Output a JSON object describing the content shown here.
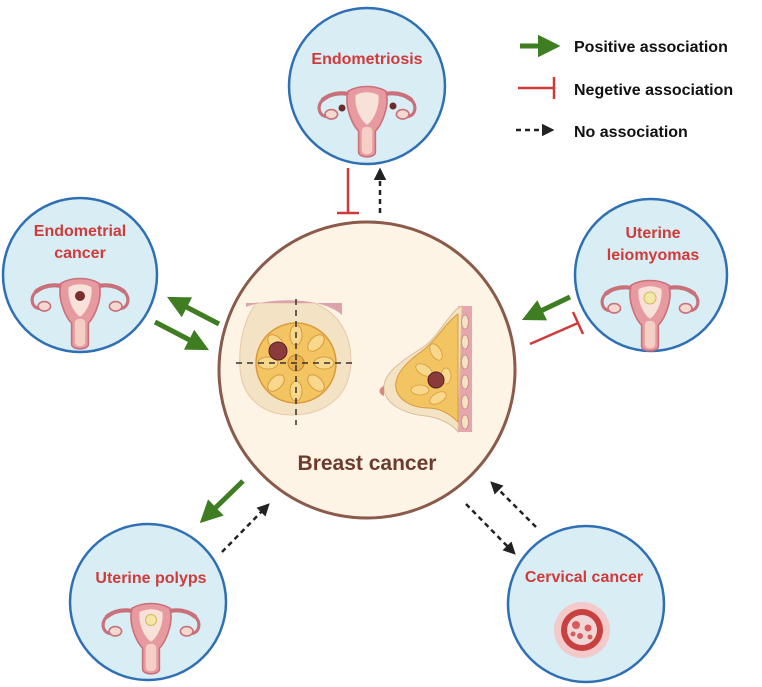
{
  "center": {
    "label": "Breast cancer"
  },
  "nodes": {
    "endometriosis": {
      "label": "Endometriosis"
    },
    "endometrial_cancer": {
      "line1": "Endometrial",
      "line2": "cancer"
    },
    "uterine_leiomyomas": {
      "line1": "Uterine",
      "line2": "leiomyomas"
    },
    "uterine_polyps": {
      "label": "Uterine polyps"
    },
    "cervical_cancer": {
      "label": "Cervical cancer"
    }
  },
  "legend": {
    "positive": "Positive association",
    "negative": "Negetive association",
    "none": "No association"
  },
  "colors": {
    "positive": "#3f7d22",
    "negative": "#cf3b3b",
    "none": "#222222",
    "node_fill": "#d8edf4",
    "node_stroke": "#2f6fb3",
    "center_fill": "#fdf4e6",
    "center_stroke": "#8a5a4a",
    "label_red": "#cf3b3b",
    "center_label": "#6d3b2e"
  },
  "icons": {
    "uterus": "uterus-icon",
    "breast_front": "breast-front-view-icon",
    "breast_side": "breast-side-view-icon",
    "cervix": "cervix-lesion-icon"
  }
}
